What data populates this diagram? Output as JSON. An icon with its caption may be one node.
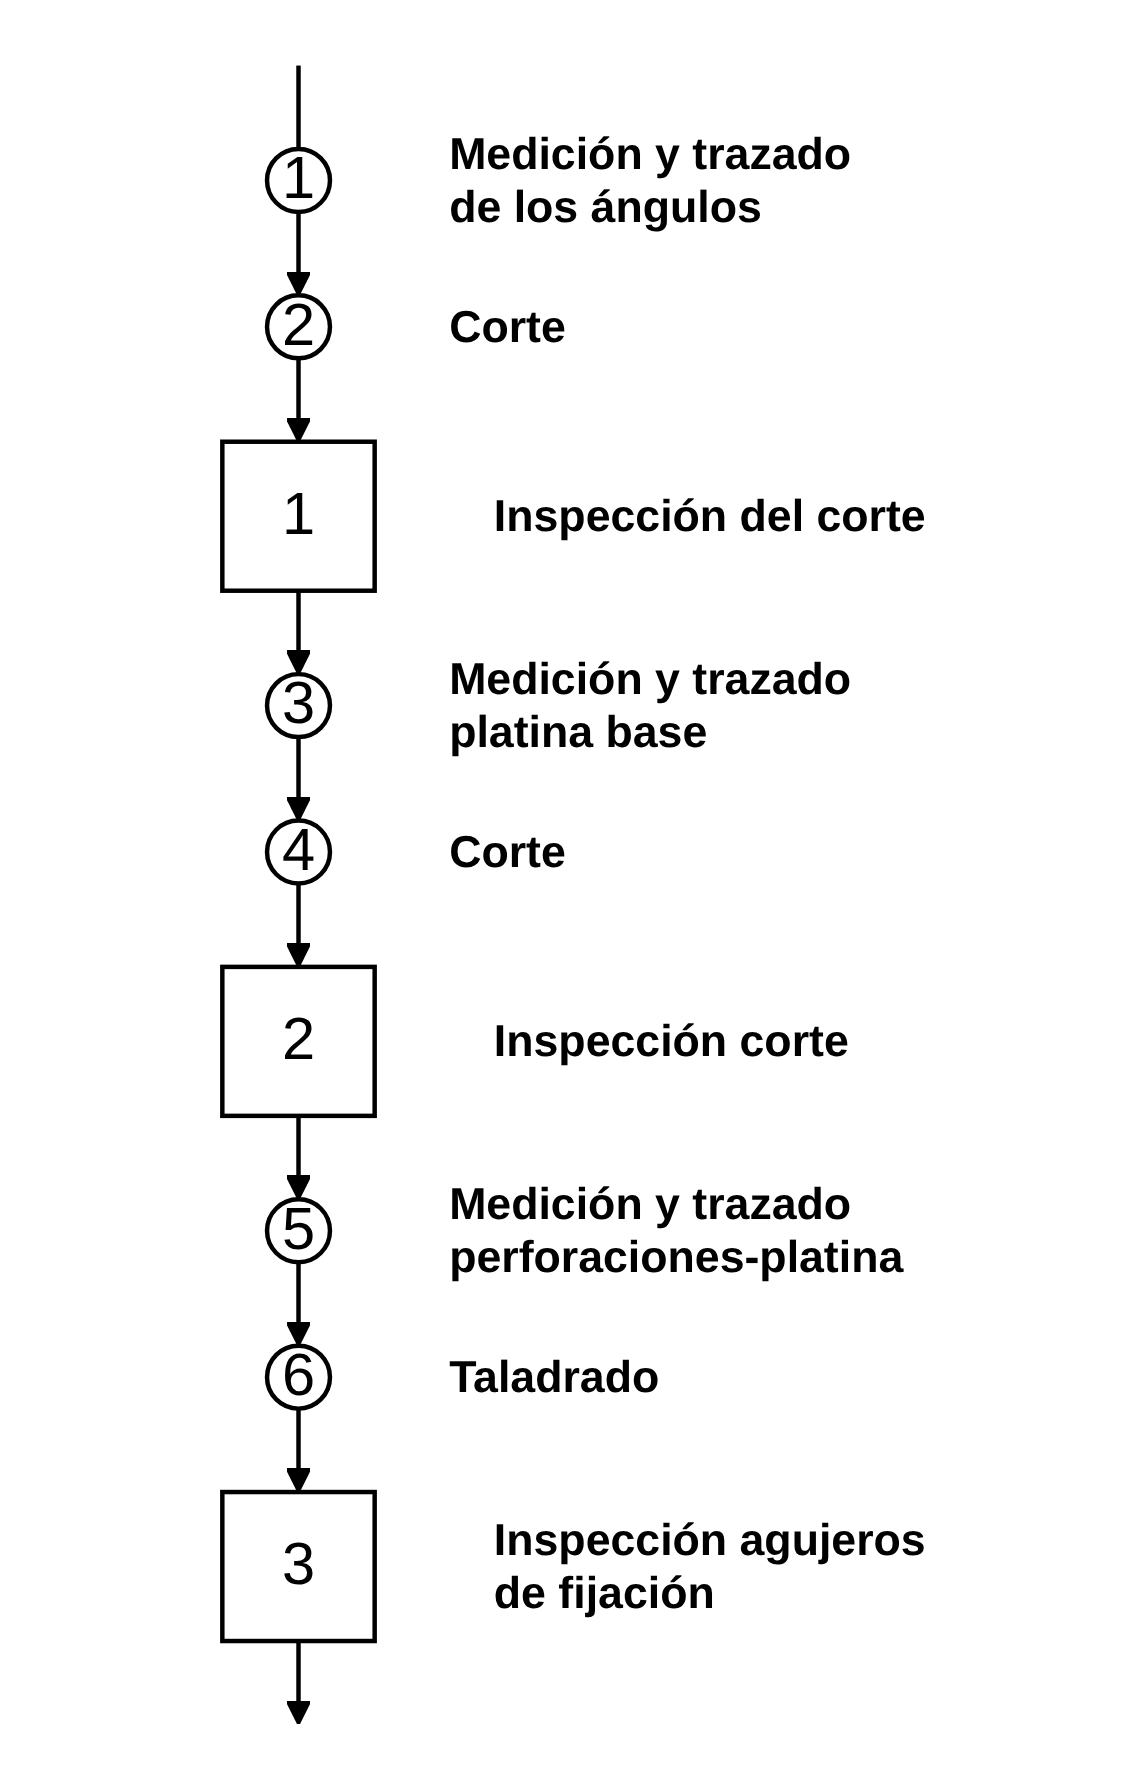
{
  "diagram": {
    "nodes": [
      {
        "text": [
          "1"
        ],
        "beside": [
          "Medición y trazado de los ángulos"
        ]
      },
      {
        "text": [
          "2"
        ],
        "beside": [
          "Corte"
        ]
      },
      {
        "text": [
          "1"
        ],
        "beside": [
          "Inspección del corte"
        ]
      },
      {
        "text": [
          "3"
        ],
        "beside": [
          "Medición y trazado platina base"
        ]
      },
      {
        "text": [
          "4"
        ],
        "beside": [
          "Corte"
        ]
      },
      {
        "text": [
          "2"
        ],
        "beside": [
          "Inspección corte"
        ]
      },
      {
        "text": [
          "5"
        ],
        "beside": [
          "Medición y trazado perforaciones-platina"
        ]
      },
      {
        "text": [
          "6"
        ],
        "beside": [
          "Taladrado"
        ]
      },
      {
        "text": [
          "3"
        ],
        "beside": [
          "Inspección agujeros de fijación"
        ]
      }
    ],
    "edges": [
      {
        "from": null,
        "to": 0,
        "arrow": "none"
      },
      {
        "from": 0,
        "to": 1,
        "arrow": "to"
      },
      {
        "from": 1,
        "to": 2,
        "arrow": "to"
      },
      {
        "from": 2,
        "to": 3,
        "arrow": "to"
      },
      {
        "from": 3,
        "to": 4,
        "arrow": "to"
      },
      {
        "from": 4,
        "to": 5,
        "arrow": "to"
      },
      {
        "from": 5,
        "to": 6,
        "arrow": "to"
      },
      {
        "from": 6,
        "to": 7,
        "arrow": "to"
      },
      {
        "from": 7,
        "to": 8,
        "arrow": "to"
      },
      {
        "from": 8,
        "to": null,
        "arrow": "to"
      }
    ]
  }
}
